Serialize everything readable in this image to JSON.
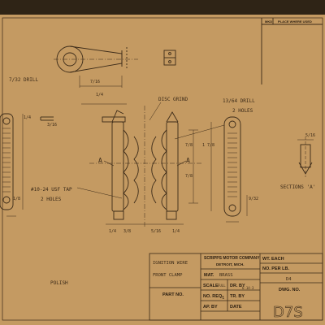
{
  "revision_block": {
    "header_left": "MKD",
    "header_right": "PLACE WHERE USED"
  },
  "annotations": {
    "drill_top": "7/32 DRILL",
    "drill_right": "13/64 DRILL",
    "two_holes_right": "2 HOLES",
    "disc_grind": "DISC GRIND",
    "tap": "#10-24 USF TAP",
    "two_holes_left": "2 HOLES",
    "section_label": "SECTIONS 'A'",
    "polish": "POLISH",
    "section_mark": "A",
    "dims": {
      "d1": "7/16",
      "d2": "1/4",
      "d3": "3/16",
      "d4": "1/4",
      "d5": "1/8",
      "d6": "9/32",
      "d7": "7/8",
      "d8": "7/8",
      "d9": "1 7/8",
      "d10": "3/8",
      "d11": "1/4",
      "d12": "1/4",
      "d13": "5/16",
      "d14": "5/16"
    }
  },
  "title_block": {
    "part_name_1": "IGNITION WIRE",
    "part_name_2": "FRONT CLAMP",
    "part_no_label": "PART NO.",
    "company": "SCRIPPS MOTOR COMPANY",
    "city": "DETROIT, MICH.",
    "mat_label": "MAT.",
    "mat_value": "BRASS",
    "scale_label": "SCALE",
    "scale_value": "FULL",
    "dr_by_label": "DR. BY",
    "dr_by_value": "6-14-3",
    "no_req_label": "NO. REQ.",
    "no_req_value": "1",
    "tr_by_label": "TR. BY",
    "ap_by_label": "AP. BY",
    "date_label": "DATE",
    "wt_each_label": "WT. EACH",
    "no_per_lb_label": "NO. PER LB.",
    "no_per_lb_value": "D4",
    "dwg_no_label": "DWG. NO.",
    "dwg_no_value": "D7S"
  }
}
